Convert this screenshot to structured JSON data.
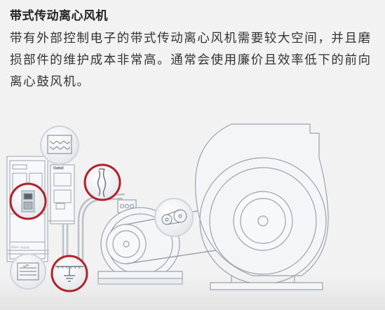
{
  "heading": "带式传动离心风机",
  "paragraph": "带有外部控制电子的带式传动离心风机需要较大空间，并且磨损部件的维护成本非常高。通常会使用廉价且效率低下的前向离心鼓风机。",
  "diagram": {
    "label_control": "Control",
    "label_mains_supply": "Mains supply"
  },
  "colors": {
    "background": "#f2f2f2",
    "line_art": "#9aa3ae",
    "accent_red": "#b4202a"
  }
}
